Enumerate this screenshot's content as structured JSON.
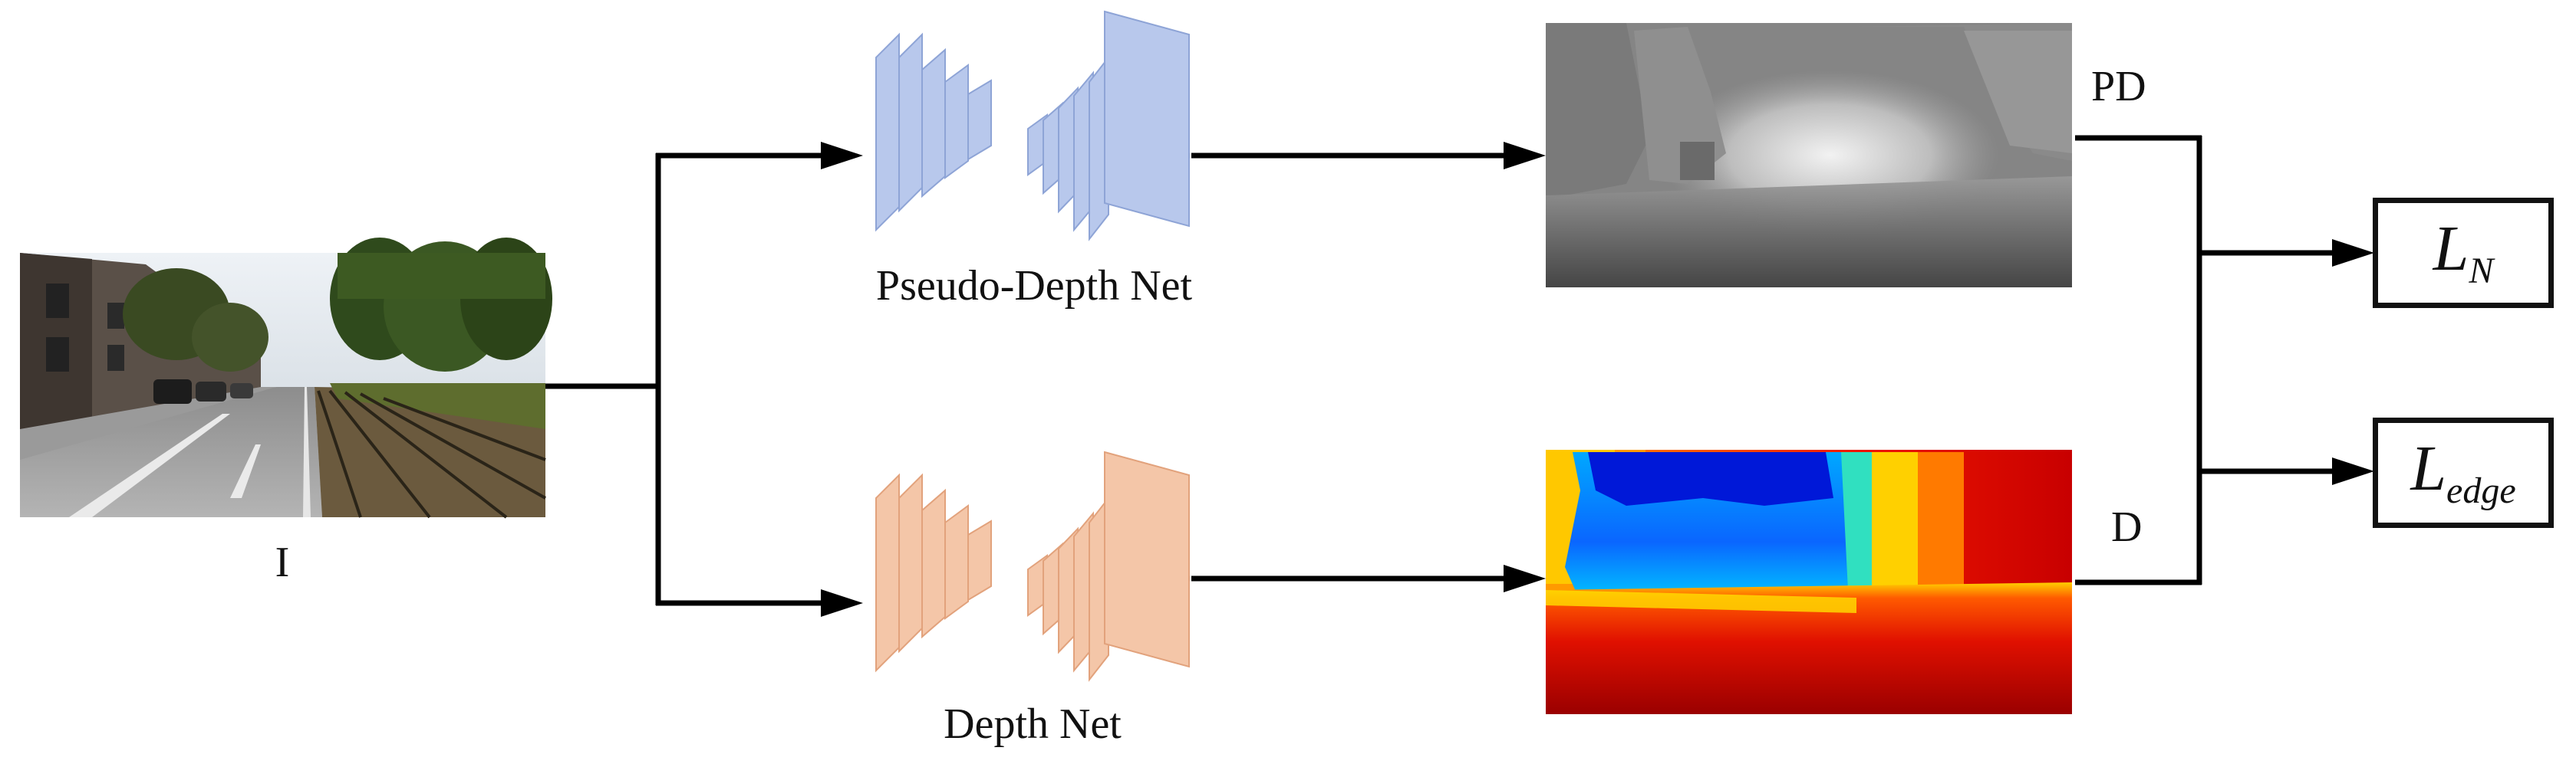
{
  "input": {
    "label": "I"
  },
  "pseudo_depth_net": {
    "label": "Pseudo-Depth Net",
    "color": "#b8c8ec",
    "edge": "#8ea4d6"
  },
  "depth_net": {
    "label": "Depth Net",
    "color": "#f4c6a8",
    "edge": "#e2a27c"
  },
  "outputs": {
    "pd_label": "PD",
    "d_label": "D"
  },
  "losses": [
    {
      "symbol": "L",
      "subscript": "N"
    },
    {
      "symbol": "L",
      "subscript": "edge"
    }
  ]
}
